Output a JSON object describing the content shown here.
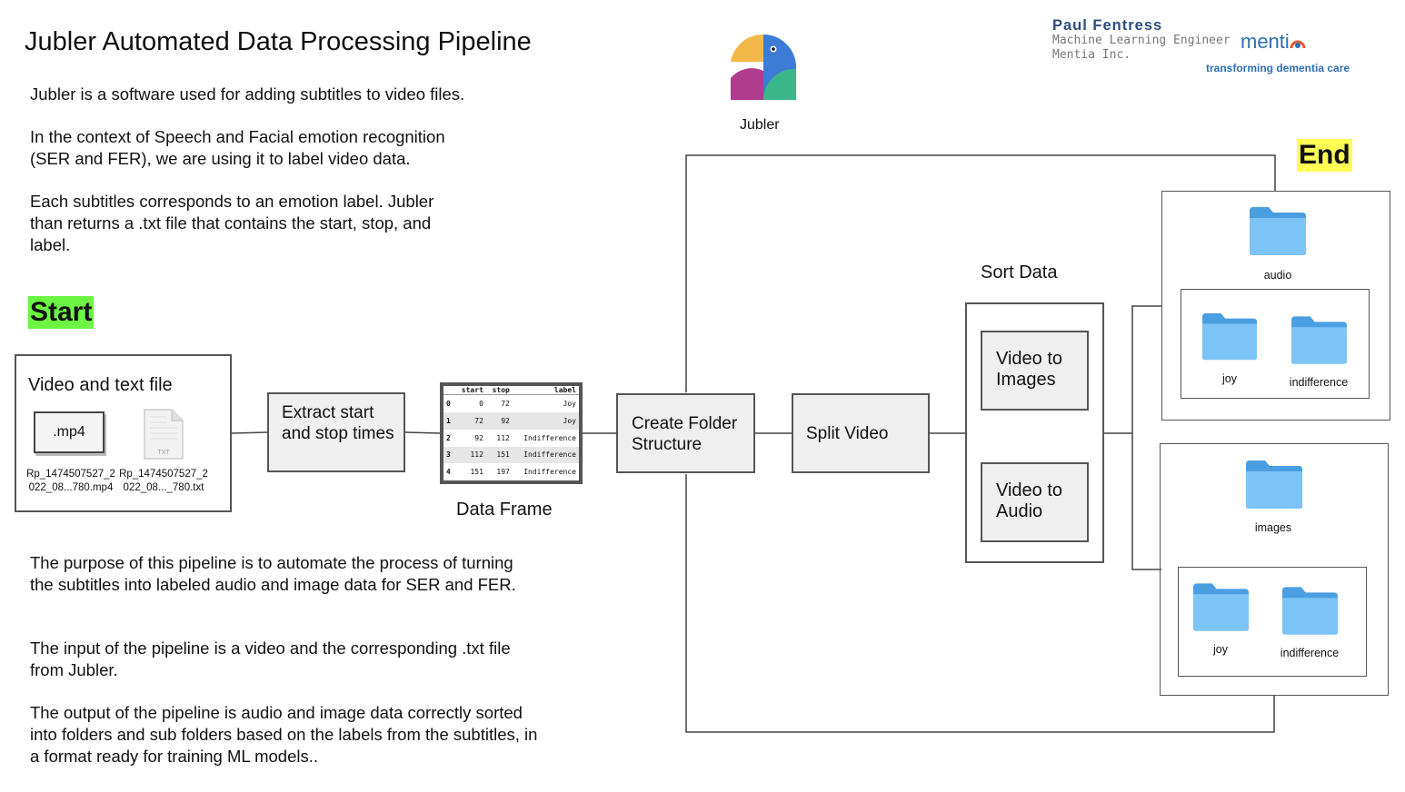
{
  "header": {
    "title": "Jubler Automated Data Processing Pipeline",
    "author_name": "Paul Fentress",
    "author_role": "Machine Learning Engineer",
    "author_company": "Mentia Inc.",
    "brand_name": "menti",
    "brand_tagline": "transforming dementia care",
    "jubler_label": "Jubler"
  },
  "intro": {
    "p1": "Jubler is a software used for adding subtitles to video files.",
    "p2": "In the context of Speech and Facial emotion recognition (SER and FER), we are using it to label video data.",
    "p3": "Each subtitles corresponds to an emotion label. Jubler than returns a .txt file that contains the start, stop, and label."
  },
  "outro": {
    "p1": "The purpose of this pipeline is to automate the process of turning the subtitles into labeled audio and image data for SER and FER.",
    "p2": "The input of the pipeline is a video and the corresponding .txt file from Jubler.",
    "p3": "The output of the pipeline is audio and image data correctly sorted into folders and sub folders based on the labels from the subtitles, in a format ready for training ML models.."
  },
  "tags": {
    "start": "Start",
    "end": "End"
  },
  "input": {
    "title": "Video and text file",
    "mp4_label": ".mp4",
    "txt_icon_label": "TXT",
    "mp4_filename": "Rp_1474507527_2 022_08...780.mp4",
    "txt_filename": "Rp_1474507527_2 022_08..._780.txt"
  },
  "steps": {
    "extract": "Extract start and stop times",
    "data_frame_caption": "Data Frame",
    "create_folder": "Create Folder Structure",
    "split_video": "Split Video",
    "sort_data": "Sort Data",
    "video_to_images": "Video to Images",
    "video_to_audio": "Video to Audio"
  },
  "data_frame": {
    "columns": [
      "",
      "start",
      "stop",
      "label"
    ],
    "rows": [
      [
        "0",
        "0",
        "72",
        "Joy"
      ],
      [
        "1",
        "72",
        "92",
        "Joy"
      ],
      [
        "2",
        "92",
        "112",
        "Indifference"
      ],
      [
        "3",
        "112",
        "151",
        "Indifference"
      ],
      [
        "4",
        "151",
        "197",
        "Indifference"
      ]
    ]
  },
  "output": {
    "audio_folder": "audio",
    "audio_sub": [
      "joy",
      "indifference"
    ],
    "images_folder": "images",
    "images_sub": [
      "joy",
      "indifference"
    ]
  },
  "colors": {
    "start_highlight": "#6cf542",
    "end_highlight": "#ffff55",
    "folder_blue": "#69b8ee",
    "brand_blue": "#2e6fb5"
  }
}
